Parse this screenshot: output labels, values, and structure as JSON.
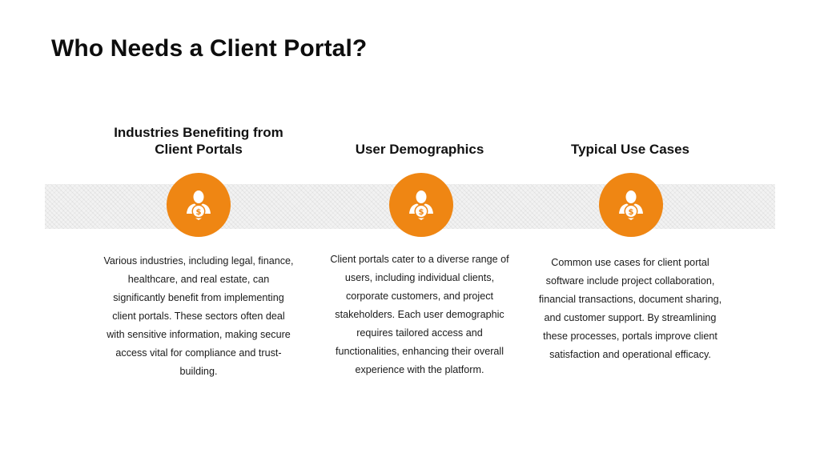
{
  "slide": {
    "title": "Who Needs a Client Portal?"
  },
  "columns": [
    {
      "heading": "Industries Benefiting from Client Portals",
      "icon": "person-money-icon",
      "body": "Various industries, including legal, finance, healthcare, and real estate, can significantly benefit from implementing client portals. These sectors often deal with sensitive information, making secure access vital for compliance and trust-building."
    },
    {
      "heading": "User Demographics",
      "icon": "person-money-icon",
      "body": "Client portals cater to a diverse range of users, including individual clients, corporate customers, and project stakeholders. Each user demographic requires tailored access and functionalities, enhancing their overall experience with the platform."
    },
    {
      "heading": "Typical Use Cases",
      "icon": "person-money-icon",
      "body": "Common use cases for client portal software include project collaboration, financial transactions, document sharing, and customer support. By streamlining these processes, portals improve client satisfaction and operational efficacy."
    }
  ],
  "colors": {
    "accent": "#ef8613",
    "band": "#f2f2f2",
    "title_text": "#0d0d0d"
  }
}
